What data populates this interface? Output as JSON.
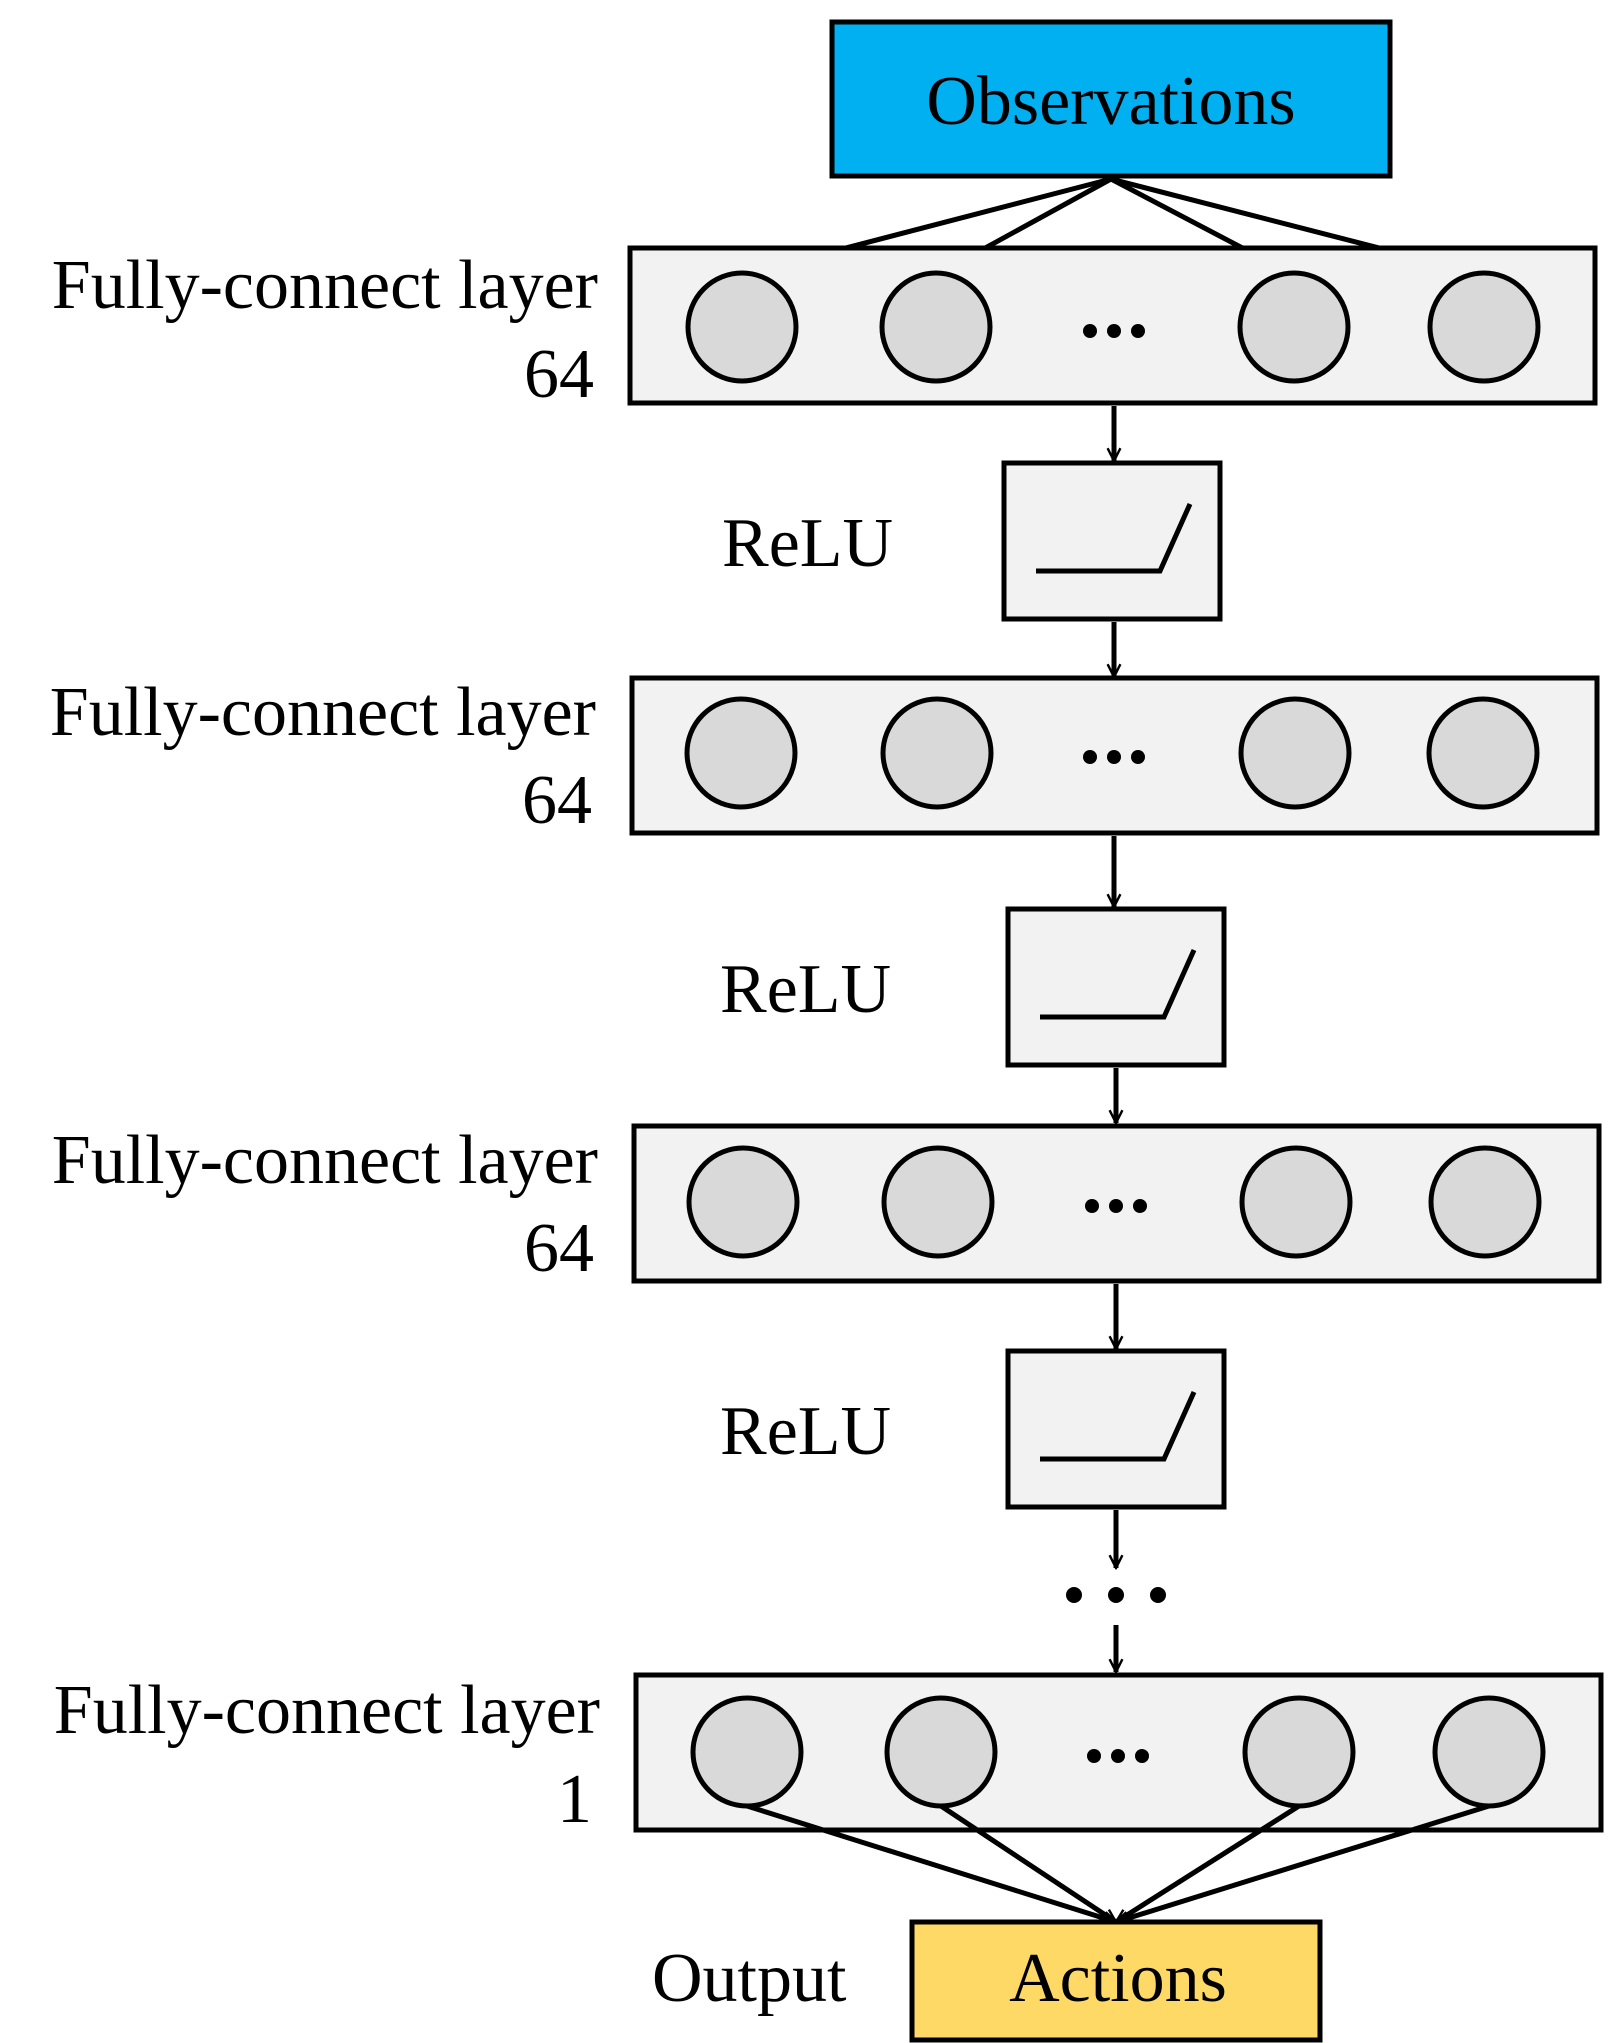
{
  "input": {
    "label": "Observations",
    "color": "#00b0f0"
  },
  "output": {
    "label": "Actions",
    "caption": "Output",
    "color": "#ffd966"
  },
  "layers": [
    {
      "name_line": "Fully-connect layer",
      "size_line": "64"
    },
    {
      "name_line": "Fully-connect layer",
      "size_line": "64"
    },
    {
      "name_line": "Fully-connect layer",
      "size_line": "64"
    },
    {
      "name_line": "Fully-connect layer",
      "size_line": "1"
    }
  ],
  "activations": [
    {
      "label": "ReLU"
    },
    {
      "label": "ReLU"
    },
    {
      "label": "ReLU"
    }
  ],
  "colors": {
    "layer_fill": "#f2f2f2",
    "neuron_fill": "#d9d9d9",
    "stroke": "#000000"
  }
}
